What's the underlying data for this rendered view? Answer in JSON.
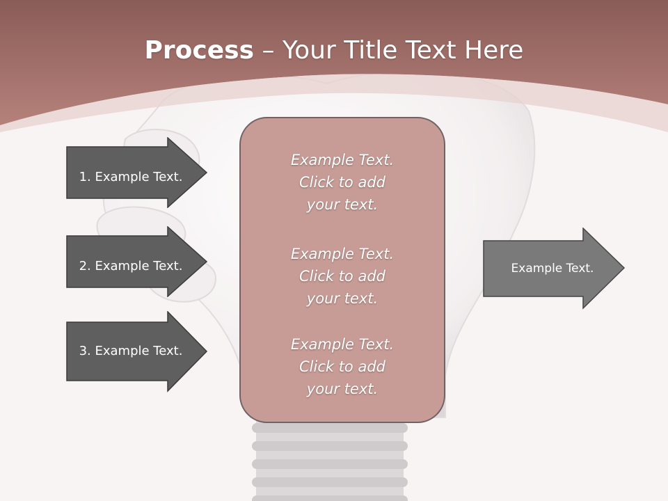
{
  "slide": {
    "title_bold": "Process",
    "title_rest": " – Your Title Text Here"
  },
  "left_steps": [
    {
      "label": "1. Example Text."
    },
    {
      "label": "2. Example Text."
    },
    {
      "label": "3. Example Text."
    }
  ],
  "center_box": {
    "blocks": [
      {
        "line1": "Example Text.",
        "line2": "Click  to add",
        "line3": "your text."
      },
      {
        "line1": "Example Text.",
        "line2": "Click  to add",
        "line3": "your text."
      },
      {
        "line1": "Example Text.",
        "line2": "Click  to add",
        "line3": "your text."
      }
    ]
  },
  "output_arrow": {
    "label": "Example Text."
  },
  "colors": {
    "header": "#a9706a",
    "center_box": "#c79c97",
    "left_arrows": "#5f5f5f",
    "output_arrow": "#7a7a7a"
  }
}
